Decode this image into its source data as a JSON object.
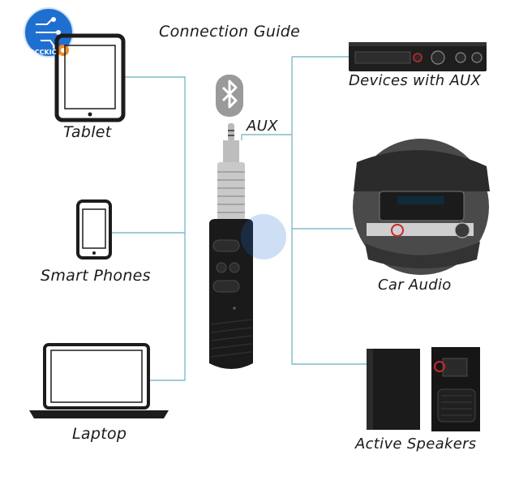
{
  "diagram": {
    "title": "Connection Guide",
    "connector_label": "AUX",
    "sources": [
      {
        "label": "Tablet",
        "icon": "tablet-icon"
      },
      {
        "label": "Smart Phones",
        "icon": "smartphone-icon"
      },
      {
        "label": "Laptop",
        "icon": "laptop-icon"
      }
    ],
    "targets": [
      {
        "label": "Devices with AUX",
        "icon": "stereo-receiver-icon"
      },
      {
        "label": "Car Audio",
        "icon": "car-audio-icon"
      },
      {
        "label": "Active Speakers",
        "icon": "speaker-icon"
      }
    ],
    "brand": "OCCKIC",
    "colors": {
      "line": "#7fbccd",
      "device": "#1c1c1c",
      "logo": "#1f6fd1"
    }
  }
}
